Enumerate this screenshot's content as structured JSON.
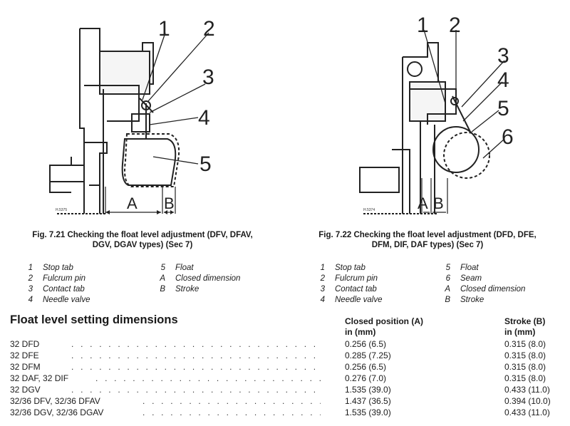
{
  "figures": [
    {
      "caption": "Fig. 7.21 Checking the float level adjustment (DFV, DFAV, DGV, DGAV types) (Sec 7)",
      "caption_line1": "Fig. 7.21 Checking the float level adjustment (DFV, DFAV,",
      "caption_line2": "DGV, DGAV types) (Sec 7)",
      "callouts": [
        "1",
        "2",
        "3",
        "4",
        "5"
      ],
      "dimension_labels": [
        "A",
        "B"
      ],
      "drawing_ref": "H.5375",
      "key": [
        {
          "num": "1",
          "text": "Stop tab"
        },
        {
          "num": "2",
          "text": "Fulcrum pin"
        },
        {
          "num": "3",
          "text": "Contact tab"
        },
        {
          "num": "4",
          "text": "Needle valve"
        },
        {
          "num": "5",
          "text": "Float"
        },
        {
          "num": "A",
          "text": "Closed dimension"
        },
        {
          "num": "B",
          "text": "Stroke"
        }
      ]
    },
    {
      "caption": "Fig. 7.22 Checking the float level adjustment (DFD, DFE, DFM, DIF, DAF types) (Sec 7)",
      "caption_line1": "Fig. 7.22 Checking the float level adjustment (DFD, DFE,",
      "caption_line2": "DFM, DIF, DAF types) (Sec 7)",
      "callouts": [
        "1",
        "2",
        "3",
        "4",
        "5",
        "6"
      ],
      "dimension_labels": [
        "A",
        "B"
      ],
      "drawing_ref": "H.5374",
      "key": [
        {
          "num": "1",
          "text": "Stop tab"
        },
        {
          "num": "2",
          "text": "Fulcrum pin"
        },
        {
          "num": "3",
          "text": "Contact tab"
        },
        {
          "num": "4",
          "text": "Needle valve"
        },
        {
          "num": "5",
          "text": "Float"
        },
        {
          "num": "6",
          "text": "Seam"
        },
        {
          "num": "A",
          "text": "Closed dimension"
        },
        {
          "num": "B",
          "text": "Stroke"
        }
      ]
    }
  ],
  "table": {
    "title": "Float level setting dimensions",
    "col1_header_line1": "Closed position (A)",
    "col1_header_line2": "in (mm)",
    "col2_header_line1": "Stroke (B)",
    "col2_header_line2": "in (mm)",
    "rows": [
      {
        "model": "32 DFD",
        "closed": "0.256 (6.5)",
        "stroke": "0.315 (8.0)"
      },
      {
        "model": "32 DFE",
        "closed": "0.285 (7.25)",
        "stroke": "0.315 (8.0)"
      },
      {
        "model": "32 DFM",
        "closed": "0.256 (6.5)",
        "stroke": "0.315 (8.0)"
      },
      {
        "model": "32 DAF, 32 DIF",
        "closed": "0.276 (7.0)",
        "stroke": "0.315 (8.0)"
      },
      {
        "model": "32 DGV",
        "closed": "1.535 (39.0)",
        "stroke": "0.433 (11.0)"
      },
      {
        "model": "32/36 DFV, 32/36 DFAV",
        "closed": "1.437 (36.5)",
        "stroke": "0.394 (10.0)"
      },
      {
        "model": "32/36 DGV, 32/36 DGAV",
        "closed": "1.535 (39.0)",
        "stroke": "0.433 (11.0)"
      }
    ]
  }
}
